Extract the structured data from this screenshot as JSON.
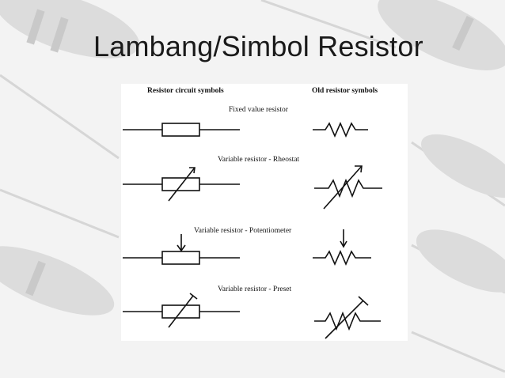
{
  "slide": {
    "title": "Lambang/Simbol Resistor"
  },
  "figure": {
    "left_header": "Resistor circuit symbols",
    "right_header": "Old resistor symbols",
    "labels": {
      "fixed": "Fixed  value resistor",
      "rheostat": "Variable resistor - Rheostat",
      "potentiometer": "Variable resistor - Potentiometer",
      "preset": "Variable resistor - Preset"
    }
  },
  "colors": {
    "background": "#f3f3f3",
    "panel": "#ffffff",
    "ink": "#111111"
  }
}
